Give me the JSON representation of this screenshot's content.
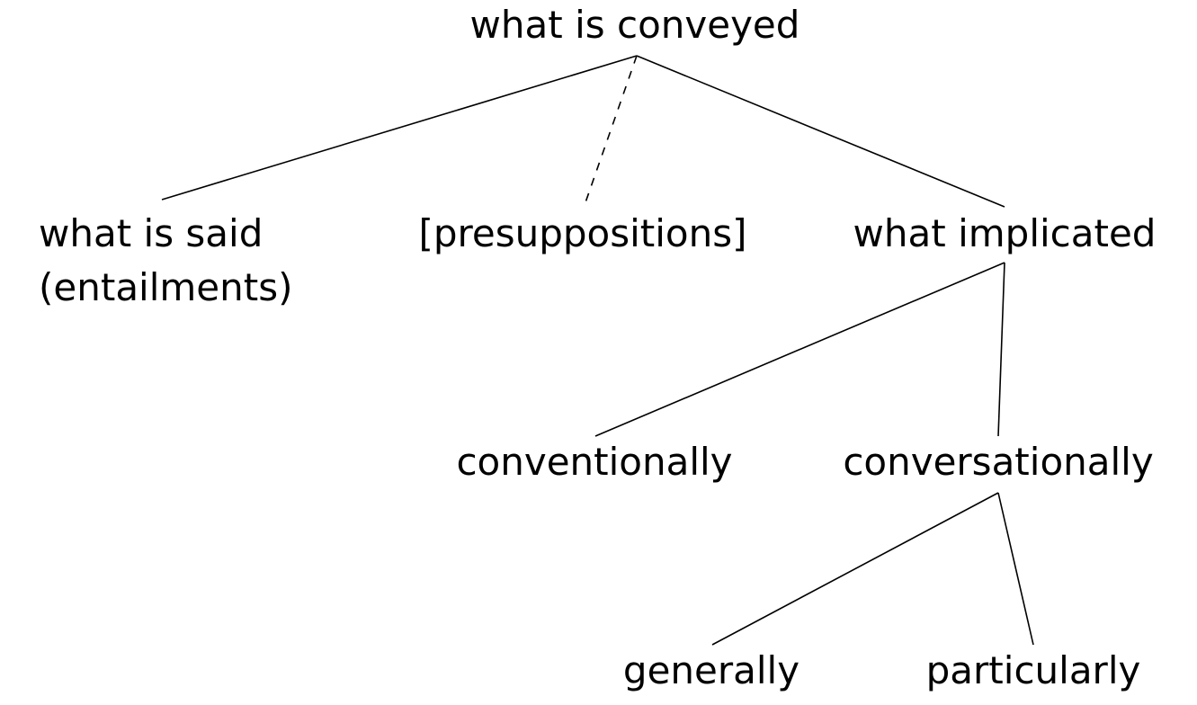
{
  "diagram": {
    "nodes": {
      "root": {
        "label": "what is conveyed"
      },
      "said": {
        "label_line1": "what is said",
        "label_line2": "(entailments)"
      },
      "presuppositions": {
        "label": "[presuppositions]"
      },
      "implicated": {
        "label": "what implicated"
      },
      "conventionally": {
        "label": "conventionally"
      },
      "conversationally": {
        "label": "conversationally"
      },
      "generally": {
        "label": "generally"
      },
      "particularly": {
        "label": "particularly"
      }
    },
    "edges": [
      {
        "from": "root",
        "to": "said",
        "style": "solid"
      },
      {
        "from": "root",
        "to": "presuppositions",
        "style": "dashed"
      },
      {
        "from": "root",
        "to": "implicated",
        "style": "solid"
      },
      {
        "from": "implicated",
        "to": "conventionally",
        "style": "solid"
      },
      {
        "from": "implicated",
        "to": "conversationally",
        "style": "solid"
      },
      {
        "from": "conversationally",
        "to": "generally",
        "style": "solid"
      },
      {
        "from": "conversationally",
        "to": "particularly",
        "style": "solid"
      }
    ],
    "colors": {
      "line": "#000000",
      "text": "#000000",
      "background": "#ffffff"
    }
  }
}
